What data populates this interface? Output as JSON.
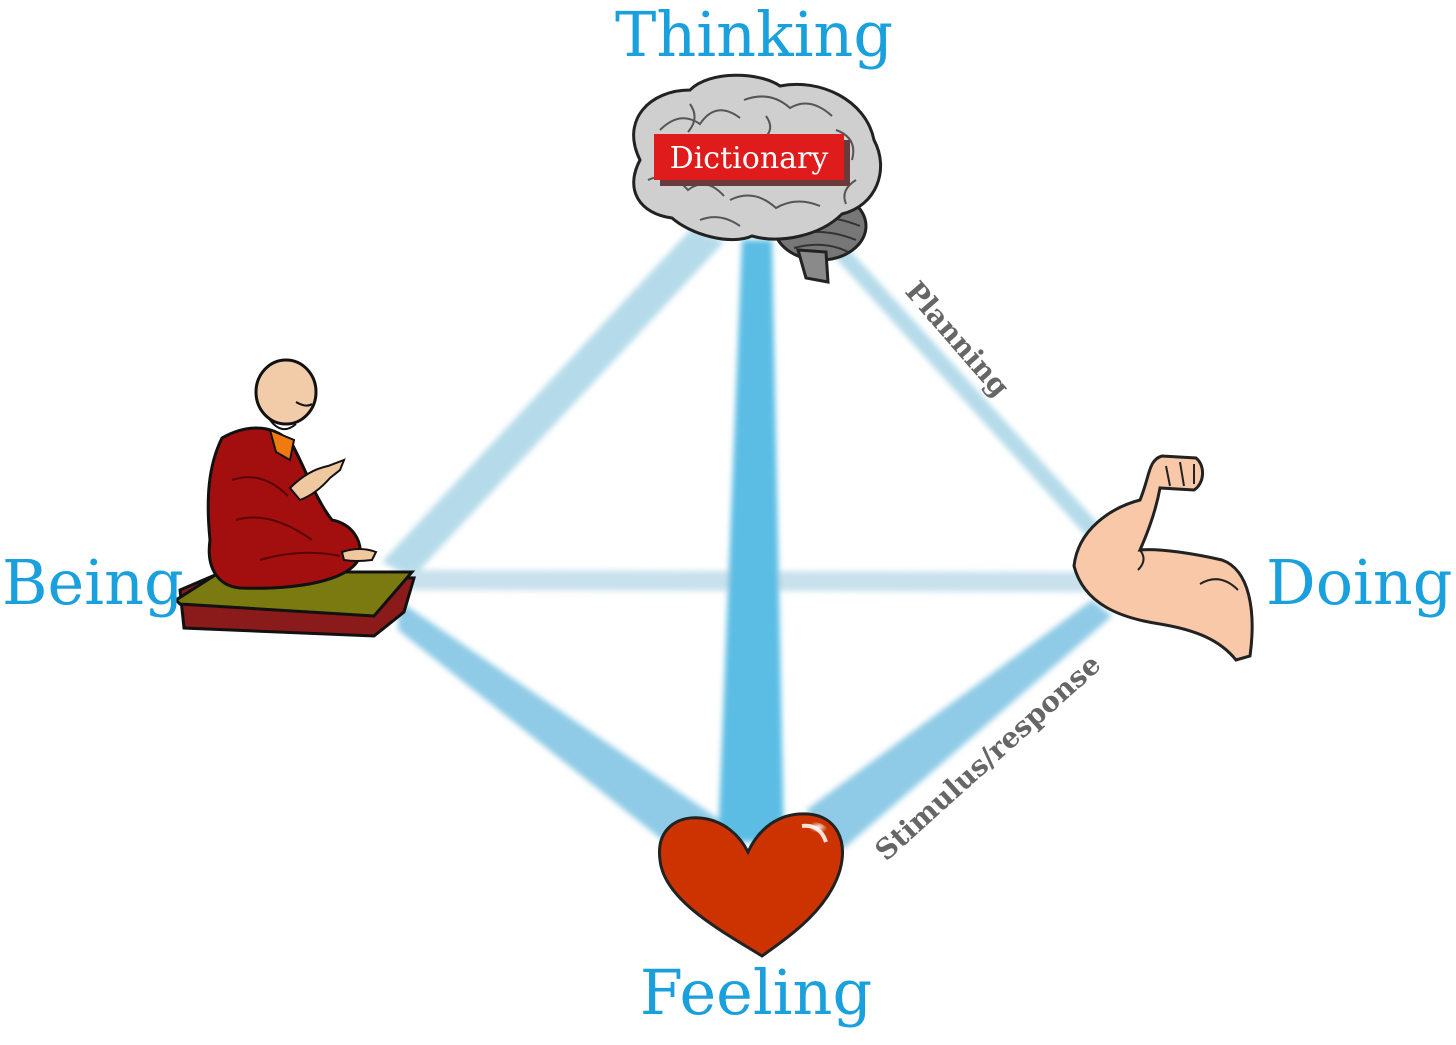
{
  "nodes": {
    "thinking": {
      "label": "Thinking",
      "icon": "brain-icon"
    },
    "being": {
      "label": "Being",
      "icon": "meditating-monk-icon"
    },
    "doing": {
      "label": "Doing",
      "icon": "flexed-arm-icon"
    },
    "feeling": {
      "label": "Feeling",
      "icon": "heart-icon"
    }
  },
  "badge": {
    "label": "Dictionary"
  },
  "edges": {
    "thinking_doing": {
      "label": "Planning"
    },
    "doing_feeling": {
      "label": "Stimulus/response"
    }
  },
  "colors": {
    "node_label": "#1aa0dc",
    "edge_label": "#666666",
    "beam_strong": "#5bbde4",
    "beam_light": "#b5dbea",
    "badge_bg": "#e01b1b",
    "heart": "#cc3300",
    "robe": "#a30f0f",
    "cushion_top": "#7a7a10",
    "skin": "#f8c8a8"
  }
}
